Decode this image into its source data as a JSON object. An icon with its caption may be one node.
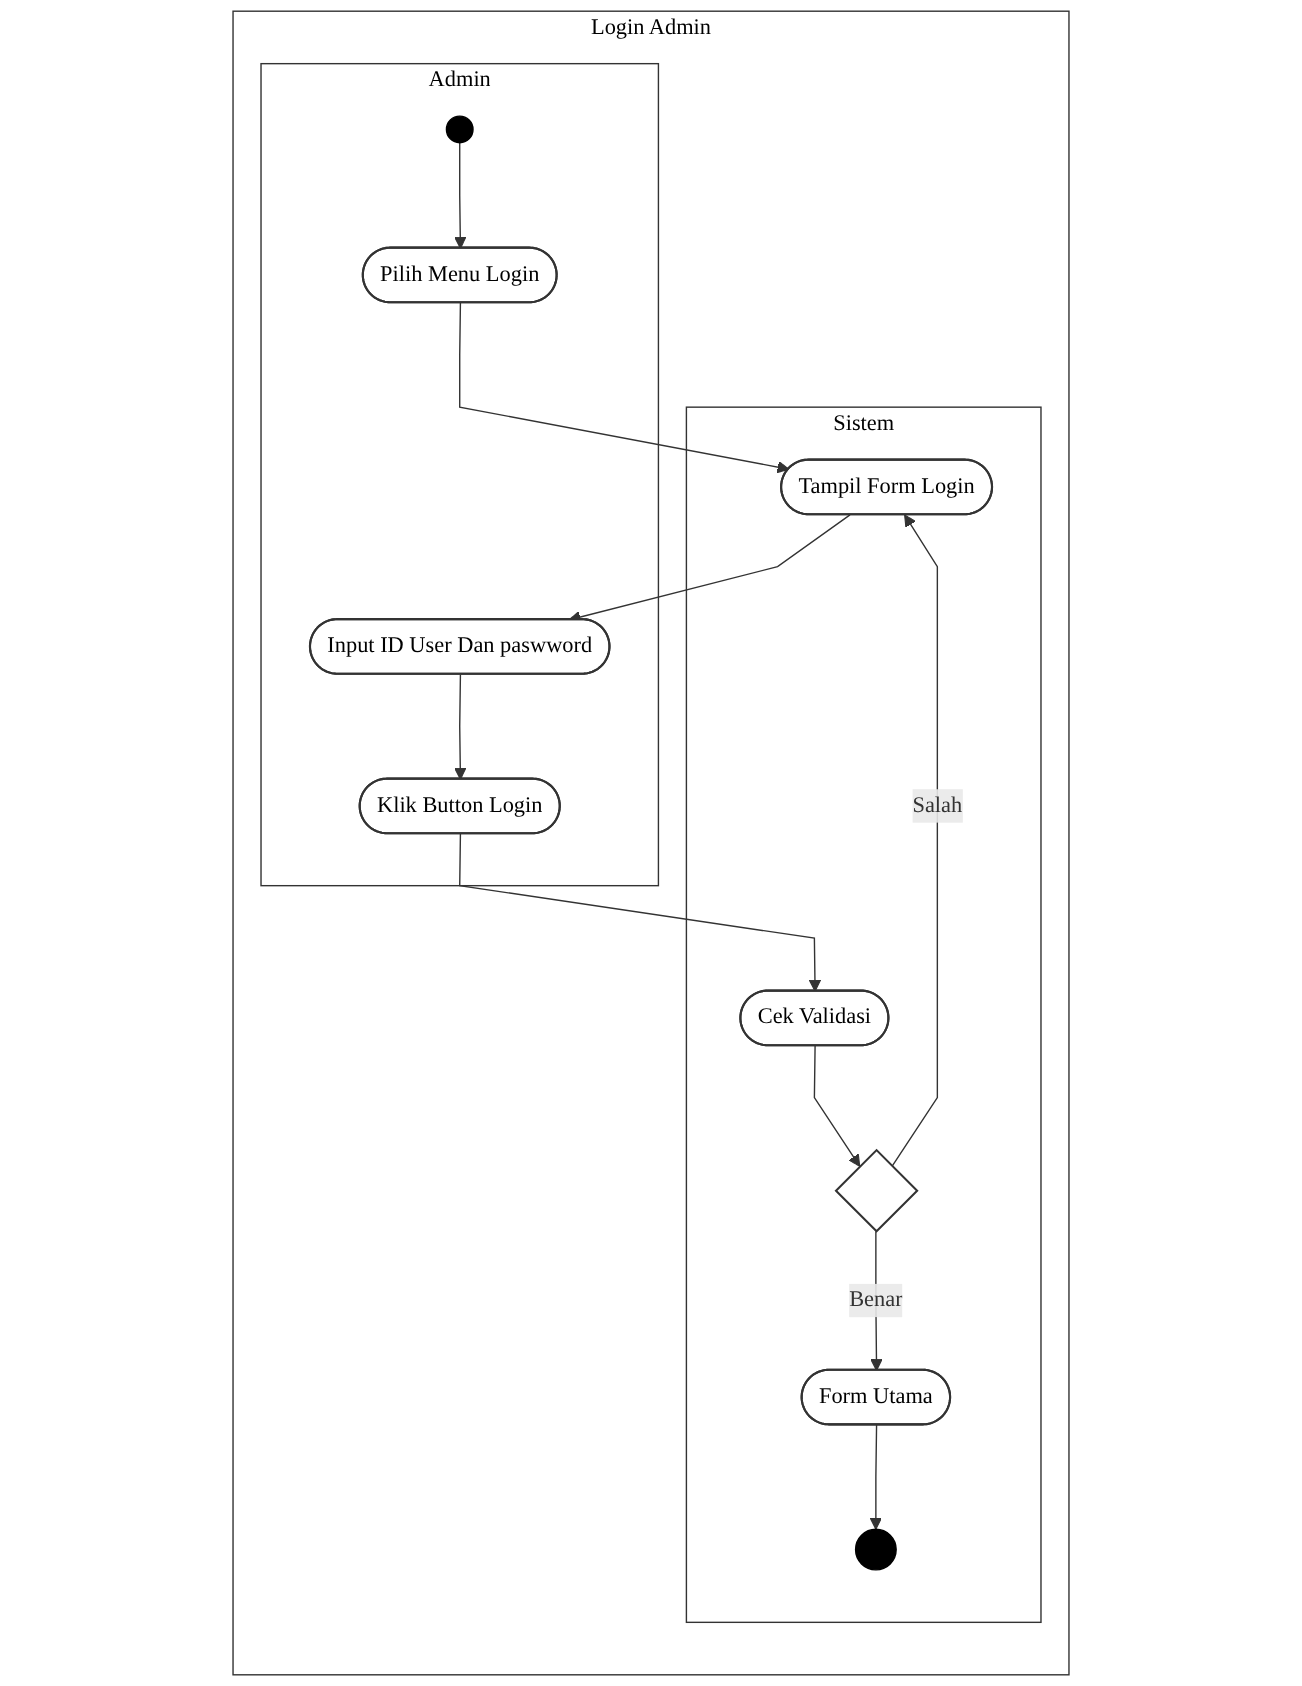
{
  "diagram": {
    "nodes": [
      {
        "text": [
          "Login Admin"
        ]
      },
      {
        "text": [
          "Admin"
        ],
        "in": 0
      },
      {
        "text": [],
        "shape": "circle",
        "in": 1
      },
      {
        "text": [
          "Pilih Menu Login"
        ],
        "in": 1
      },
      {
        "text": [
          "Input ID User Dan paswword"
        ],
        "in": 1
      },
      {
        "text": [
          "Klik Button Login"
        ],
        "in": 1
      },
      {
        "text": [
          "Sistem"
        ],
        "in": 0
      },
      {
        "text": [
          "Tampil Form Login"
        ],
        "in": 6
      },
      {
        "text": [
          "Cek Validasi"
        ],
        "in": 6
      },
      {
        "text": [],
        "shape": "diamond",
        "in": 6
      },
      {
        "text": [
          "Form Utama"
        ],
        "in": 6
      },
      {
        "text": [],
        "shape": "circle",
        "in": 6
      }
    ],
    "edges": [
      {
        "from": 2,
        "to": 3,
        "arrow": "to"
      },
      {
        "from": 3,
        "to": 7,
        "arrow": "to"
      },
      {
        "from": 7,
        "to": 4,
        "arrow": "to"
      },
      {
        "from": 4,
        "to": 5,
        "arrow": "to"
      },
      {
        "from": 5,
        "to": 8,
        "arrow": "to"
      },
      {
        "from": 8,
        "to": 9,
        "arrow": "to"
      },
      {
        "from": 9,
        "to": 7,
        "arrow": "to",
        "label": "Salah"
      },
      {
        "from": 9,
        "to": 10,
        "arrow": "to",
        "label": "Benar"
      },
      {
        "from": 10,
        "to": 11,
        "arrow": "to"
      }
    ]
  }
}
